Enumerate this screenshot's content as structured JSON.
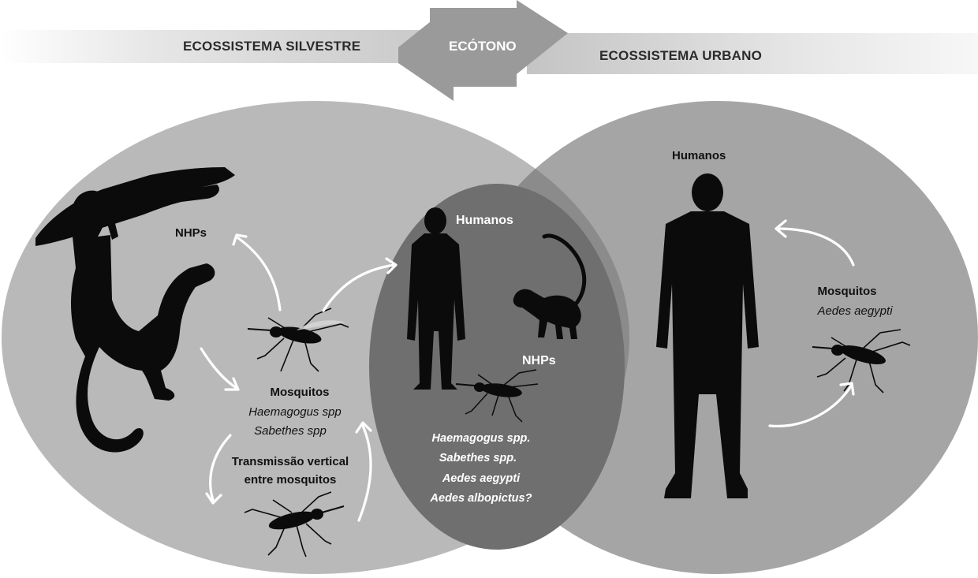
{
  "header": {
    "left_label": "ECOSSISTEMA SILVESTRE",
    "center_label": "ECÓTONO",
    "right_label": "ECOSSISTEMA URBANO"
  },
  "sylvatic": {
    "nhps_label": "NHPs",
    "mosquitos_title": "Mosquitos",
    "mosquito_species": [
      "Haemagogus spp",
      "Sabethes spp"
    ],
    "vertical_transmission": [
      "Transmissão vertical",
      "entre mosquitos"
    ]
  },
  "ecotone": {
    "humans_label": "Humanos",
    "nhps_label": "NHPs",
    "mosquito_species": [
      "Haemagogus spp.",
      "Sabethes spp.",
      "Aedes aegypti",
      "Aedes albopictus?"
    ]
  },
  "urban": {
    "humans_label": "Humanos",
    "mosquitos_title": "Mosquitos",
    "mosquito_species": [
      "Aedes aegypti"
    ]
  },
  "colors": {
    "left_circle": "#b9b9b9",
    "right_circle": "#a5a5a5",
    "overlap": "#8b8b8b",
    "silhouette": "#0b0b0b",
    "arrow": "#ffffff"
  },
  "icons": [
    "monkey-silhouette",
    "mosquito-silhouette",
    "human-silhouette",
    "curved-arrow-icon",
    "double-arrow-icon"
  ]
}
